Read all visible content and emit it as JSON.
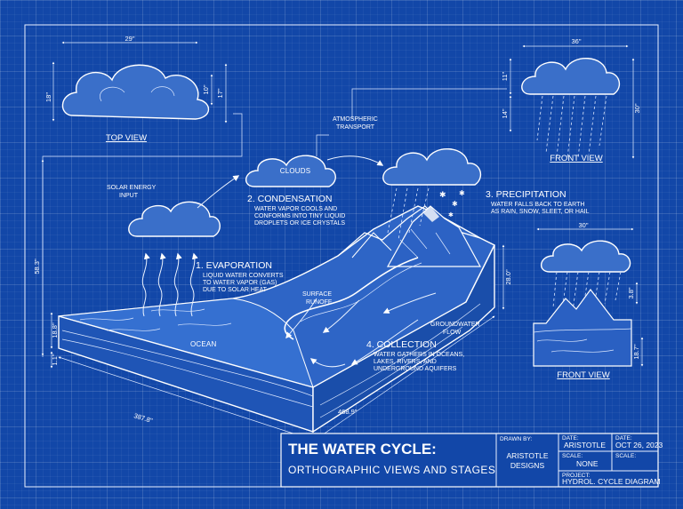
{
  "labels": {
    "top_view": "TOP VIEW",
    "front_view_1": "FRONT VIEW",
    "front_view_2": "FRONT VIEW",
    "atmospheric_1": "ATMOSPHERIC",
    "atmospheric_2": "TRANSPORT",
    "clouds": "CLOUDS",
    "solar_1": "SOLAR ENERGY",
    "solar_2": "INPUT",
    "ocean": "OCEAN",
    "surface_runoff_1": "SURFACE",
    "surface_runoff_2": "RUNOFF",
    "groundwater_1": "GROUNDWATER",
    "groundwater_2": "FLOW"
  },
  "stages": {
    "evaporation": {
      "title": "1. EVAPORATION",
      "l1": "LIQUID WATER CONVERTS",
      "l2": "TO WATER VAPOR (GAS)",
      "l3": "DUE TO SOLAR HEAT"
    },
    "condensation": {
      "title": "2. CONDENSATION",
      "l1": "WATER VAPOR COOLS AND",
      "l2": "CONFORMS INTO TINY LIQUID",
      "l3": "DROPLETS OR ICE CRYSTALS"
    },
    "precipitation": {
      "title": "3. PRECIPITATION",
      "l1": "WATER FALLS BACK TO EARTH",
      "l2": "AS RAIN, SNOW, SLEET, OR HAIL"
    },
    "collection": {
      "title": "4. COLLECTION",
      "l1": "WATER GATHERS IN OCEANS,",
      "l2": "LAKES, RIVERS, AND",
      "l3": "UNDERGROUND AQUIFERS"
    }
  },
  "dimensions": {
    "top_w": "29\"",
    "top_h1": "18\"",
    "top_h2": "10\"",
    "top_h3": "17\"",
    "front_w": "36\"",
    "front_h1": "11\"",
    "front_h2": "14\"",
    "front_h3": "30\"",
    "fv2_w": "30\"",
    "fv2_h1": "3.8\"",
    "fv2_h2": "18.7\"",
    "height_total": "58.3\"",
    "ocean_depth": "18.8\"",
    "base": "1.1\"",
    "block_right": "28.0\"",
    "block_depth": "387.8\"",
    "block_len": "468.9\""
  },
  "title_block": {
    "title": "THE WATER CYCLE:",
    "subtitle": "ORTHOGRAPHIC VIEWS AND STAGES",
    "drawn_by_label": "DRAWN BY:",
    "drawn_by_1": "ARISTOTLE",
    "drawn_by_2": "DESIGNS",
    "date_label": "DATE:",
    "date_value": "ARISTOTLE",
    "date2_label": "DATE:",
    "date2_value": "OCT 26, 2023",
    "scale_label": "SCALE:",
    "scale_value": "NONE",
    "scale2_label": "SCALE:",
    "project_label": "PROJECT:",
    "project_value": "HYDROL. CYCLE DIAGRAM"
  }
}
